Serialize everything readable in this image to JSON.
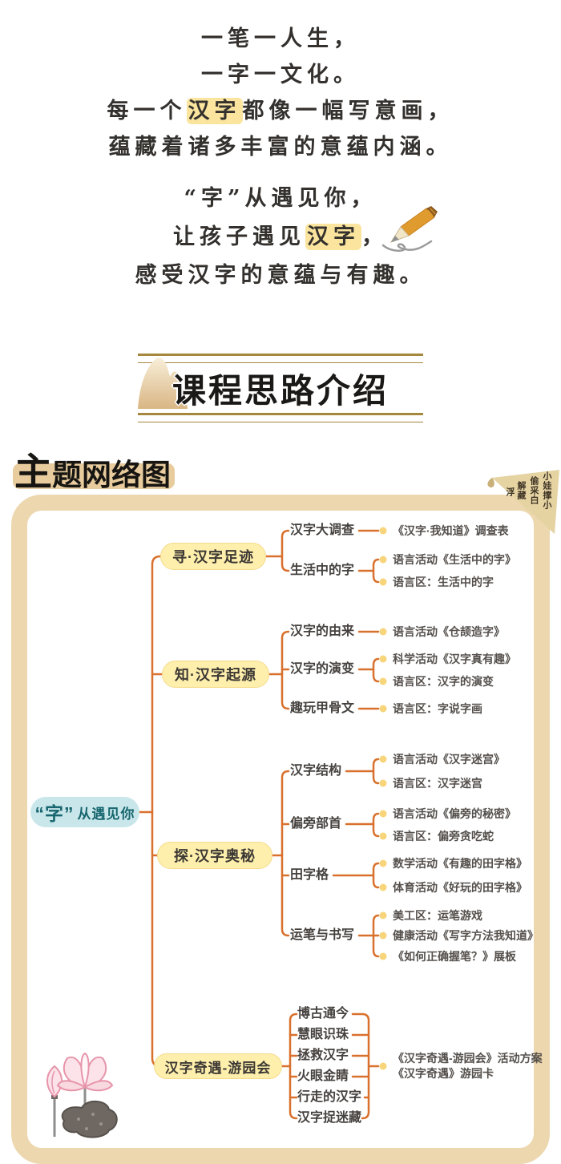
{
  "intro": {
    "s1l1": "一笔一人生，",
    "s1l2": "一字一文化。",
    "s1l3_pre": "每一个",
    "s1l3_hl": "汉字",
    "s1l3_post": "都像一幅写意画，",
    "s1l4": "蕴藏着诸多丰富的意蕴内涵。",
    "s2l1": "“字”从遇见你，",
    "s2l2_pre": "让孩子遇见",
    "s2l2_hl": "汉字",
    "s2l2_post": "，",
    "s2l3": "感受汉字的意蕴与有趣。"
  },
  "banner": {
    "title": "课程思路介绍"
  },
  "section": {
    "title_first": "主",
    "title_rest": "题网络图"
  },
  "corner_poem": {
    "col1": "小娃撑小",
    "col2": "偷采白",
    "col3": "解藏",
    "col4": "浮"
  },
  "mindmap": {
    "root": {
      "quote_char": "“字”",
      "rest": "从遇见你"
    },
    "branches": [
      {
        "label": "寻·汉字足迹",
        "children": [
          {
            "label": "汉字大调查",
            "leaves": [
              "《汉字·我知道》调查表"
            ]
          },
          {
            "label": "生活中的字",
            "leaves": [
              "语言活动《生活中的字》",
              "语言区：生活中的字"
            ]
          }
        ]
      },
      {
        "label": "知·汉字起源",
        "children": [
          {
            "label": "汉字的由来",
            "leaves": [
              "语言活动《仓颉造字》"
            ]
          },
          {
            "label": "汉字的演变",
            "leaves": [
              "科学活动《汉字真有趣》",
              "语言区：汉字的演变"
            ]
          },
          {
            "label": "趣玩甲骨文",
            "leaves": [
              "语言区：字说字画"
            ]
          }
        ]
      },
      {
        "label": "探·汉字奥秘",
        "children": [
          {
            "label": "汉字结构",
            "leaves": [
              "语言活动《汉字迷宫》",
              "语言区：汉字迷宫"
            ]
          },
          {
            "label": "偏旁部首",
            "leaves": [
              "语言活动《偏旁的秘密》",
              "语言区：偏旁贪吃蛇"
            ]
          },
          {
            "label": "田字格",
            "leaves": [
              "数学活动《有趣的田字格》",
              "体育活动《好玩的田字格》"
            ]
          },
          {
            "label": "运笔与书写",
            "leaves": [
              "美工区：运笔游戏",
              "健康活动《写字方法我知道》",
              "《如何正确握笔？》展板"
            ]
          }
        ]
      },
      {
        "label": "汉字奇遇-游园会",
        "items": [
          "博古通今",
          "慧眼识珠",
          "拯救汉字",
          "火眼金睛",
          "行走的汉字",
          "汉字捉迷藏"
        ],
        "result": [
          "《汉字奇遇-游园会》活动方案",
          "《汉字奇遇》游园卡"
        ]
      }
    ]
  },
  "colors": {
    "connector": "#d9712e",
    "dot": "#f8d57a",
    "branch_pill_bg": "#feefac",
    "root_pill_bg": "#c9e7ea",
    "root_text": "#17666f",
    "frame": "#edd7ae",
    "highlight": "#fae49e",
    "banner_line": "#a5873e"
  }
}
